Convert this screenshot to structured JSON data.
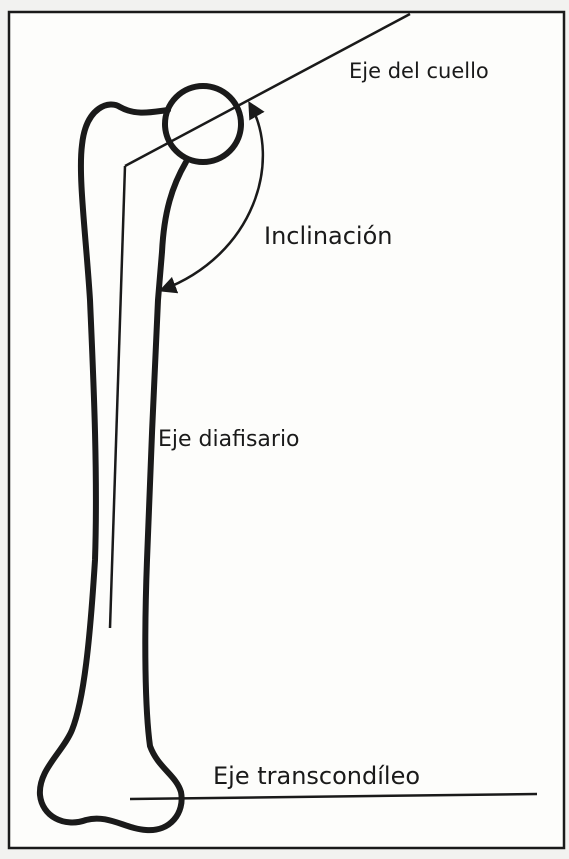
{
  "labels": {
    "neck_axis": "Eje del cuello",
    "inclination": "Inclinación",
    "shaft_axis": "Eje diafisario",
    "transcondylar_axis": "Eje transcondíleo"
  },
  "colors": {
    "ink": "#1a1a1a",
    "paper": "#fdfdfb",
    "page_background": "#f2f2f0"
  }
}
